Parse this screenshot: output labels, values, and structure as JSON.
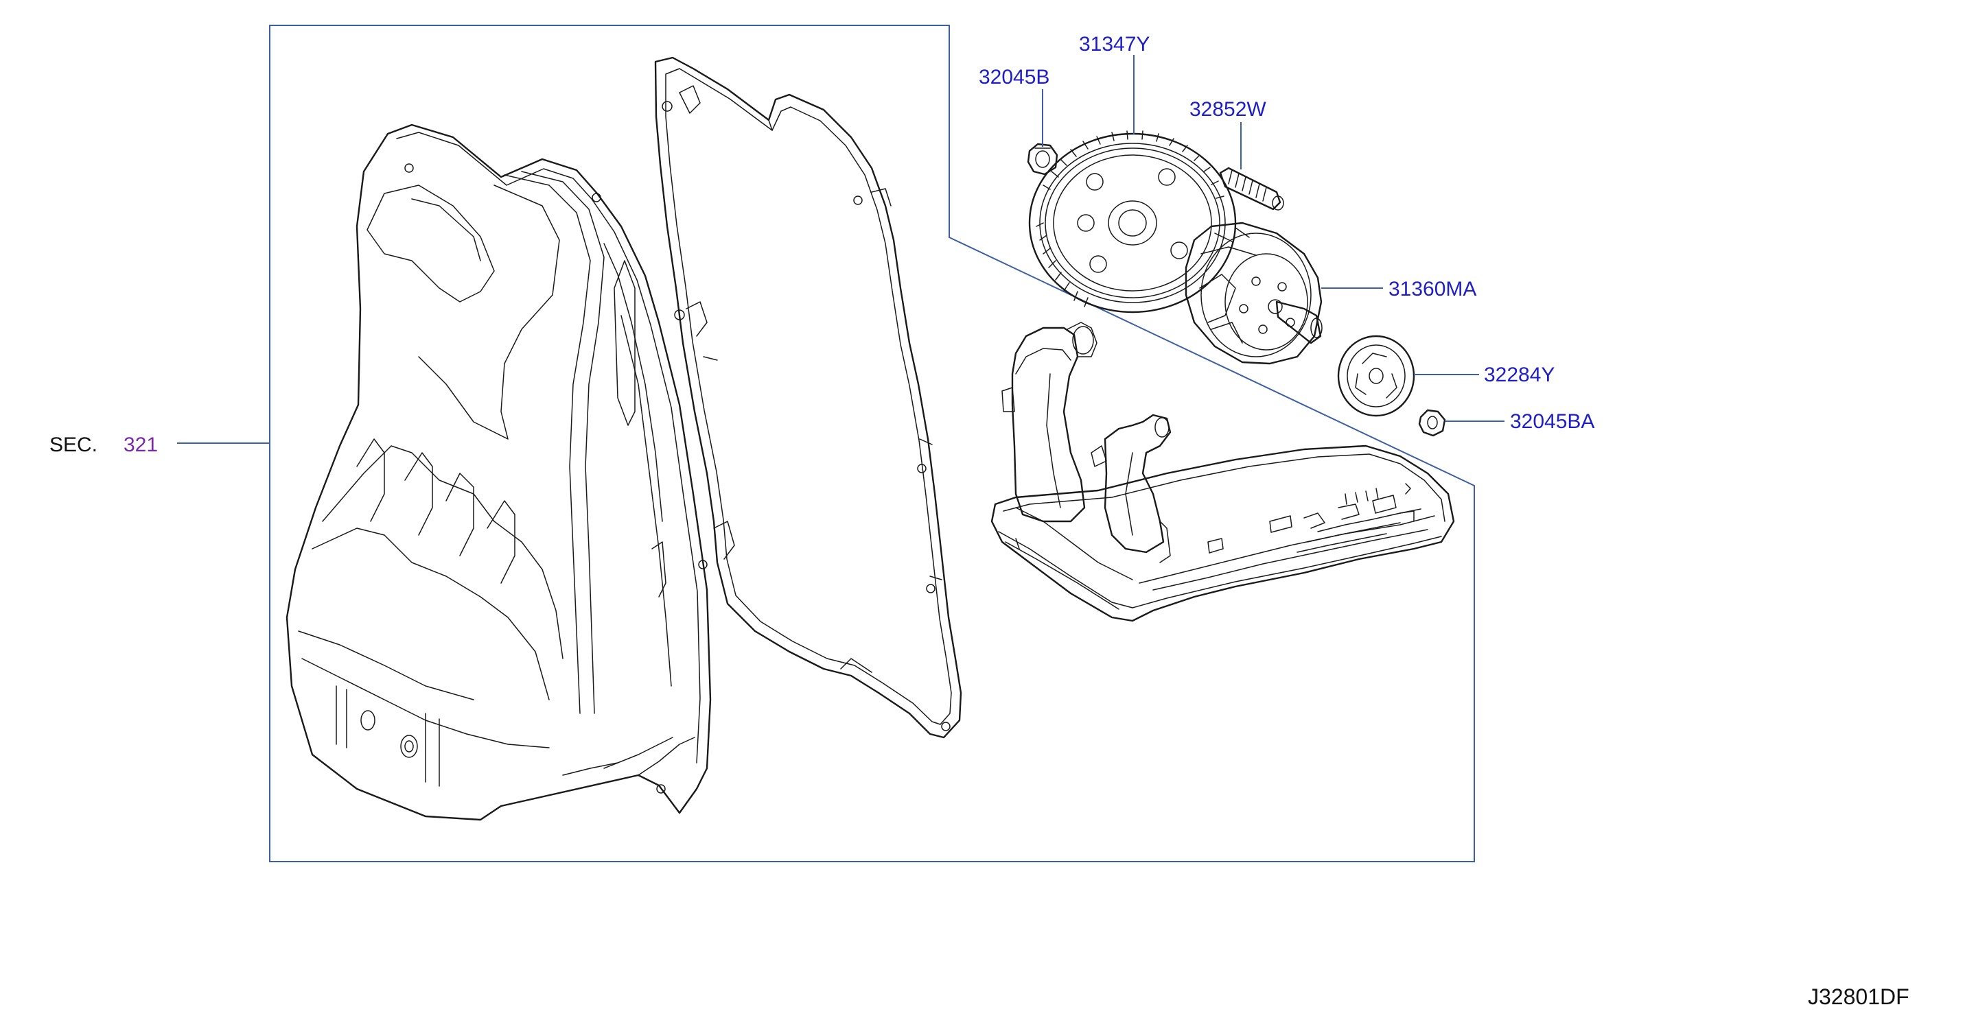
{
  "section": {
    "prefix": "SEC.",
    "number": "321"
  },
  "parts": [
    {
      "id": "32045B",
      "label": "32045B"
    },
    {
      "id": "31347Y",
      "label": "31347Y"
    },
    {
      "id": "32852W",
      "label": "32852W"
    },
    {
      "id": "31360MA",
      "label": "31360MA"
    },
    {
      "id": "32284Y",
      "label": "32284Y"
    },
    {
      "id": "32045BA",
      "label": "32045BA"
    }
  ],
  "figure_code": "J32801DF",
  "colors": {
    "label": "#1e1ec8",
    "section_number": "#7a2aa8",
    "frame": "#3d5fa8",
    "line": "#1a1a1a"
  }
}
